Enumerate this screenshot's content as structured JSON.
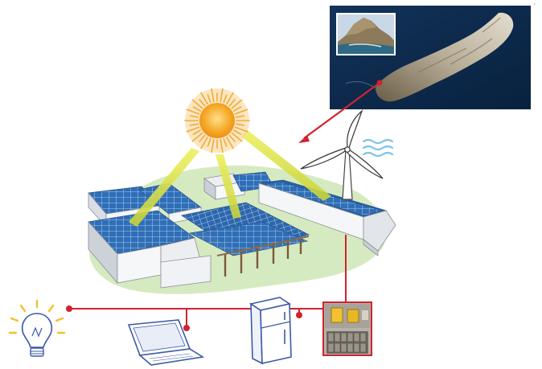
{
  "diagram": {
    "theme": "solar-wind microgrid on an island",
    "components": [
      {
        "name": "sun",
        "icon": "sun-icon"
      },
      {
        "name": "wind-turbine",
        "icon": "wind-turbine-icon"
      },
      {
        "name": "solar-roof-buildings",
        "icon": "solar-panel-icon"
      },
      {
        "name": "island-satellite-photo",
        "icon": "island-map-icon"
      },
      {
        "name": "light-bulb",
        "icon": "light-bulb-icon"
      },
      {
        "name": "laptop",
        "icon": "laptop-icon"
      },
      {
        "name": "refrigerator",
        "icon": "refrigerator-icon"
      },
      {
        "name": "battery-and-inverter-room",
        "icon": "battery-icon"
      }
    ],
    "colors": {
      "sun_core": "#F5A623",
      "sun_rays": "#F7C878",
      "sun_beams": "#D9E04A",
      "panel_blue": "#2F6FB8",
      "power_line": "#D0232E",
      "sea": "#0E2A4C",
      "ground": "#CFE6B6",
      "wind_waves": "#7FC4E8"
    }
  }
}
